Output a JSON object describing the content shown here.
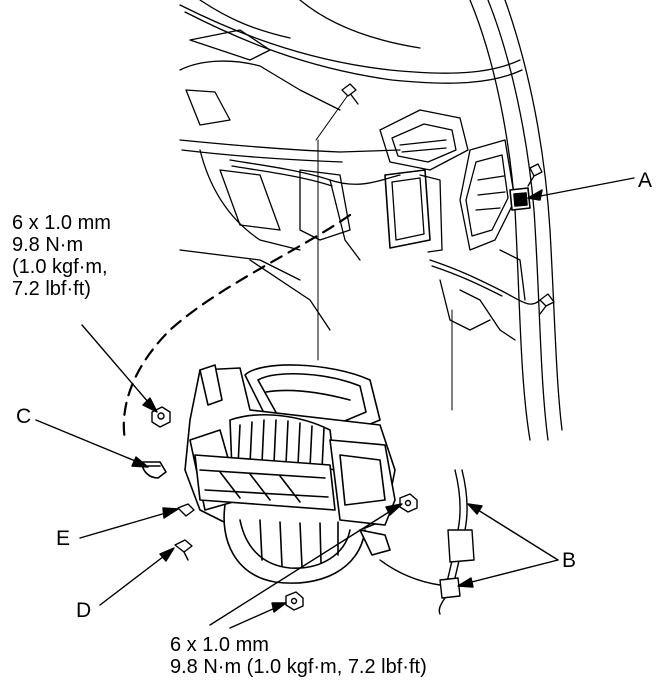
{
  "spec_upper": {
    "line1": "6 x 1.0 mm",
    "line2": "9.8 N·m",
    "line3": "(1.0 kgf·m,",
    "line4": "7.2 lbf·ft)"
  },
  "spec_lower": {
    "line1": "6 x 1.0 mm",
    "line2": "9.8 N·m (1.0 kgf·m, 7.2 lbf·ft)"
  },
  "callouts": {
    "a": "A",
    "b": "B",
    "c": "C",
    "d": "D",
    "e": "E"
  }
}
